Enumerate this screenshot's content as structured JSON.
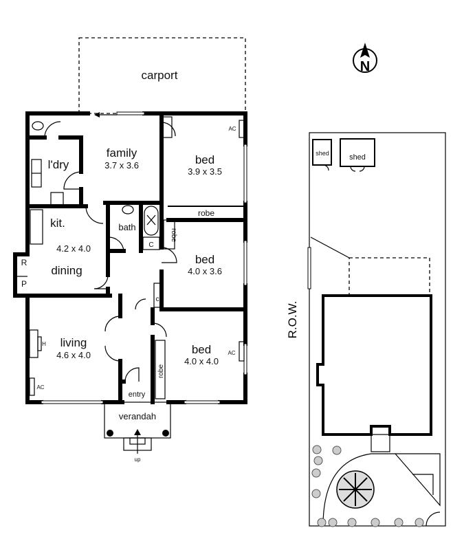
{
  "plan": {
    "carport": "carport",
    "family": {
      "name": "family",
      "size": "3.7 x 3.6"
    },
    "bed1": {
      "name": "bed",
      "size": "3.9 x 3.5"
    },
    "bed2": {
      "name": "bed",
      "size": "4.0 x 3.6"
    },
    "bed3": {
      "name": "bed",
      "size": "4.0 x 4.0"
    },
    "laundry": "l'dry",
    "kitchen": "kit.",
    "dining": {
      "name": "dining",
      "size": "4.2 x 4.0"
    },
    "living": {
      "name": "living",
      "size": "4.6 x 4.0"
    },
    "bath": "bath",
    "robe": "robe",
    "closet_upper": "C",
    "closet_lower": "c",
    "r": "R",
    "p": "P",
    "ac": "AC",
    "heater": "H",
    "entry": "entry",
    "verandah": "verandah",
    "up": "up"
  },
  "site": {
    "shed": "shed",
    "row": "R.O.W.",
    "north": "N"
  }
}
